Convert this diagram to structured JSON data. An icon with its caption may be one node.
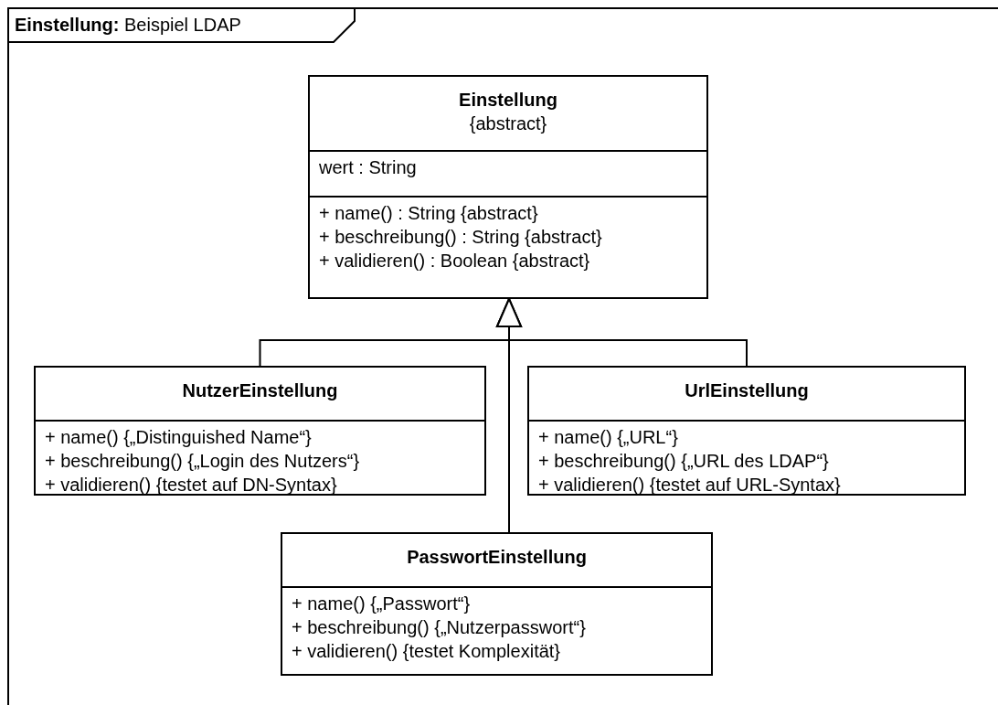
{
  "diagram": {
    "nodes": [
      {
        "text": [
          "**Einstellung:** Beispiel LDAP"
        ]
      },
      {
        "text": [
          "Einstellung",
          "{abstract}",
          "wert : String",
          "+ name() : String {abstract}",
          "+ beschreibung() : String {abstract}",
          "+ validieren() : Boolean {abstract}"
        ],
        "in": 0
      },
      {
        "text": [
          "NutzerEinstellung",
          "+ name() {„Distinguished Name“}",
          "+ beschreibung() {„Login des Nutzers“}",
          "+ validieren() {testet auf DN-Syntax}"
        ],
        "in": 0
      },
      {
        "text": [
          "UrlEinstellung",
          "+ name() {„URL“}",
          "+ beschreibung() {„URL des LDAP“}",
          "+ validieren() {testet auf URL-Syntax}"
        ],
        "in": 0
      },
      {
        "text": [
          "PasswortEinstellung",
          "+ name() {„Passwort“}",
          "+ beschreibung() {„Nutzerpasswort“}",
          "+ validieren() {testet Komplexität}"
        ],
        "in": 0
      }
    ],
    "edges": [
      {
        "from": 2,
        "to": 1,
        "arrow": "to"
      },
      {
        "from": 3,
        "to": 1,
        "arrow": "to"
      },
      {
        "from": 4,
        "to": 1,
        "arrow": "to"
      }
    ]
  }
}
